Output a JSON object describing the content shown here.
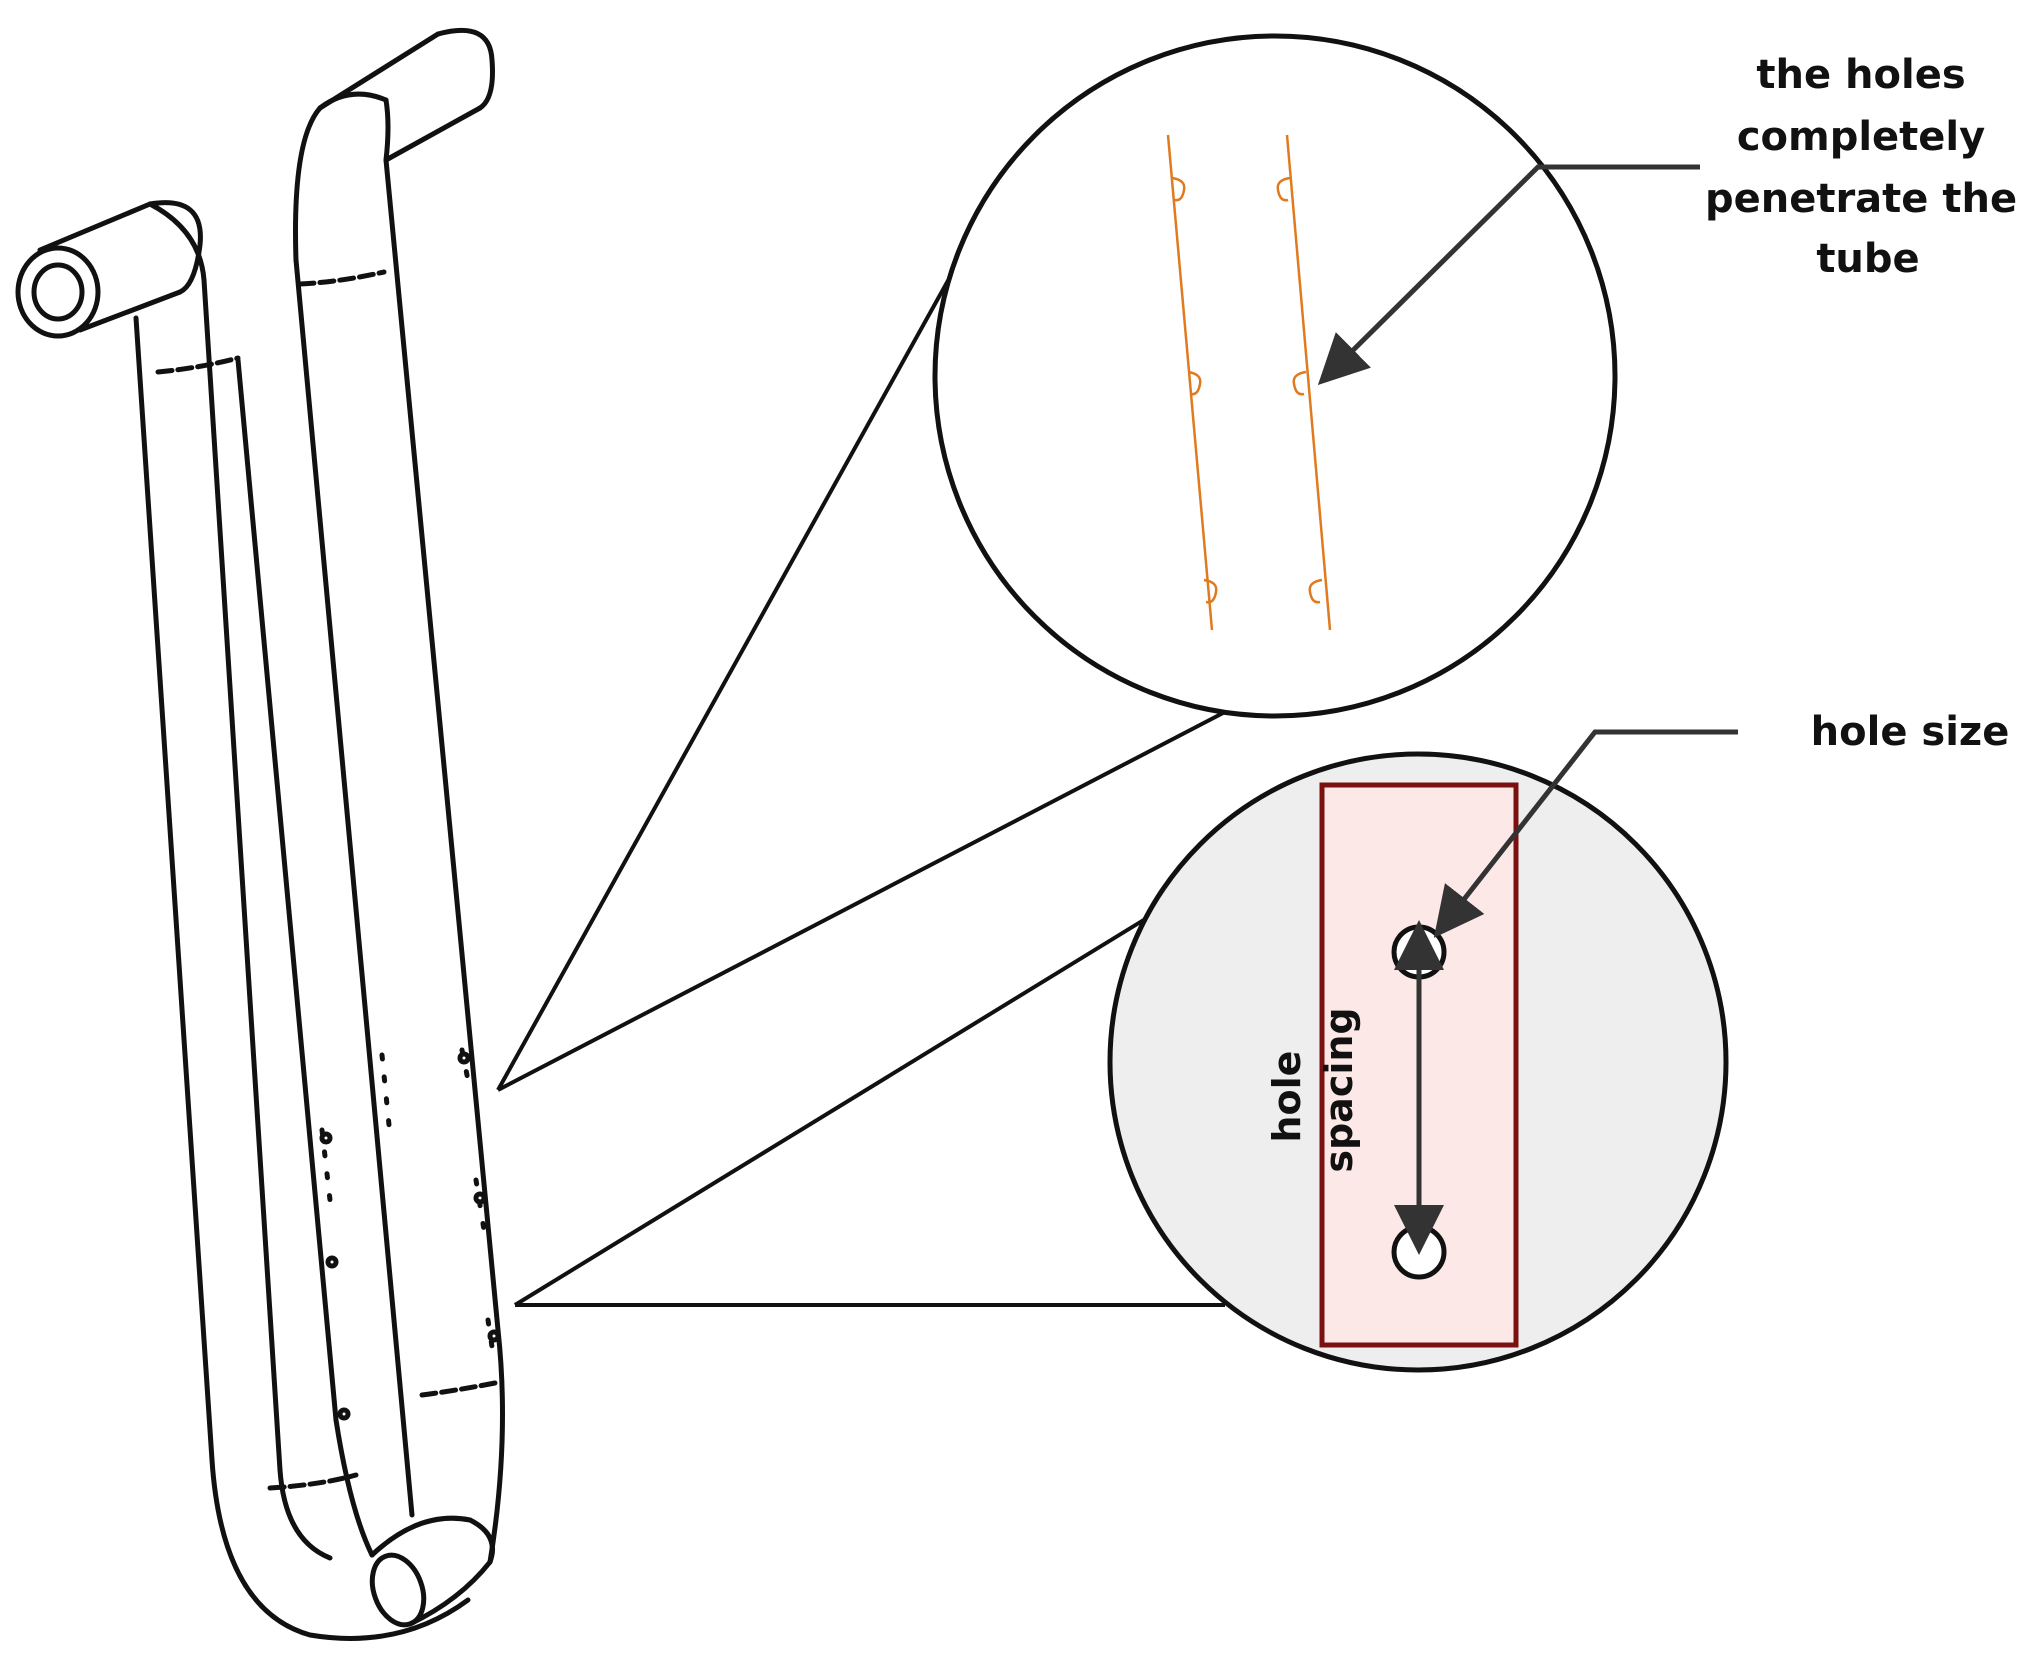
{
  "callouts": {
    "penetrate": {
      "lines": [
        "the holes",
        "completely",
        "penetrate the",
        "tube"
      ]
    },
    "hole_size": {
      "text": "hole size"
    }
  },
  "detail_labels": {
    "hole_spacing": [
      "hole",
      "spacing"
    ]
  },
  "colors": {
    "outline": "#111111",
    "hole_orange": "#e07a1f",
    "highlight_fill": "#fde8e8",
    "highlight_stroke": "#7a1010",
    "detail_background": "#eeeeee",
    "arrow": "#333333"
  },
  "icons": {
    "tube": "u-bend-tube-drawing",
    "arrow": "arrowhead"
  }
}
